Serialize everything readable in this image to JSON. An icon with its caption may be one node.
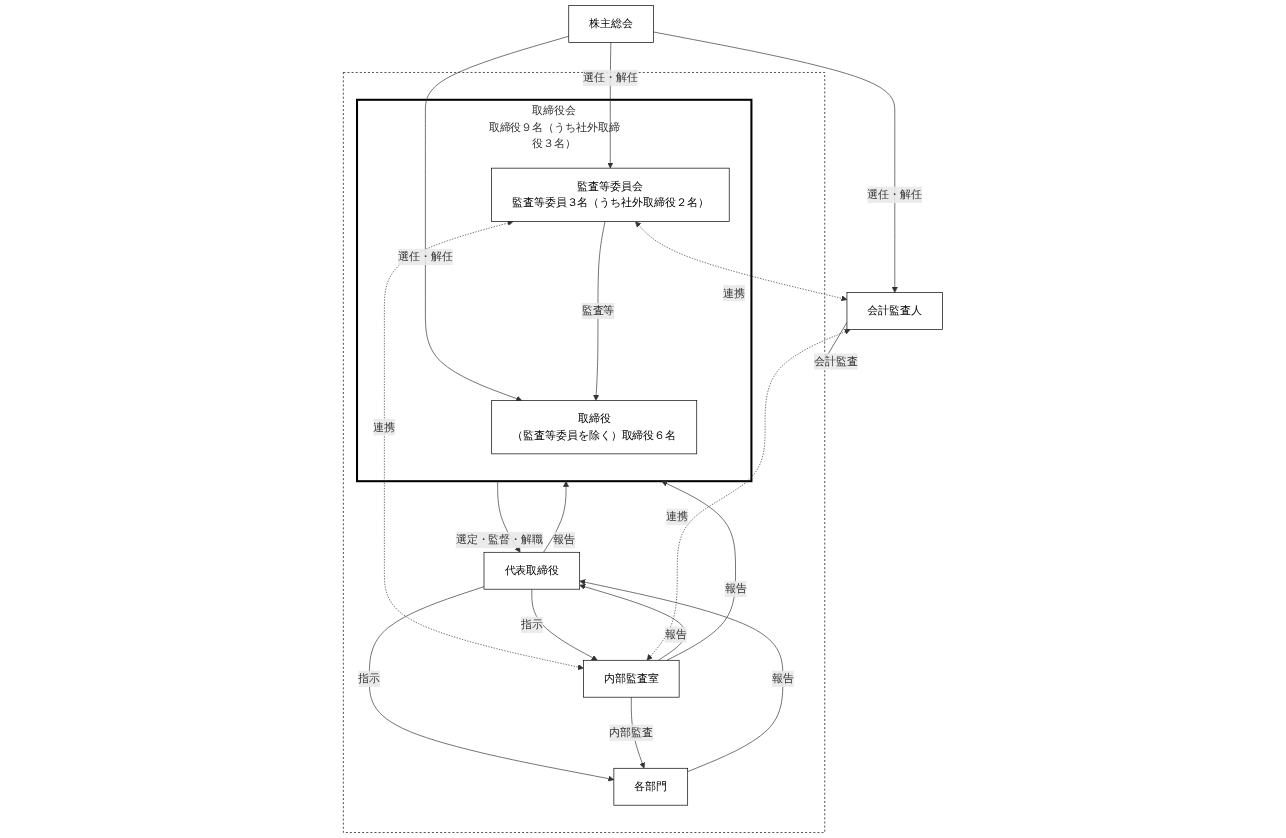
{
  "diagram": {
    "nodes": [
      {
        "text": [
          "株主総会"
        ]
      },
      {
        "text": [],
        "shape": "box"
      },
      {
        "text": [
          "取締役会",
          "取締役９名（うち社外取締役３名）"
        ],
        "in": 1
      },
      {
        "text": [
          "取締役",
          "（監査等委員を除く）取締役６名"
        ],
        "in": 2
      },
      {
        "text": [
          "監査等委員会",
          "監査等委員３名（うち社外取締役２名）"
        ],
        "in": 2
      },
      {
        "text": [
          "会計監査人"
        ]
      },
      {
        "text": [
          "代表取締役"
        ],
        "in": 1
      },
      {
        "text": [
          "内部監査室"
        ],
        "in": 1
      },
      {
        "text": [
          "各部門"
        ],
        "in": 1
      }
    ],
    "edges": [
      {
        "from": 0,
        "to": 3,
        "arrow": "to",
        "label": "選任・解任"
      },
      {
        "from": 0,
        "to": 4,
        "arrow": "to",
        "label": "選任・解任"
      },
      {
        "from": 0,
        "to": 5,
        "arrow": "to",
        "label": "選任・解任"
      },
      {
        "from": 4,
        "to": 3,
        "arrow": "to",
        "label": "監査等"
      },
      {
        "from": 4,
        "to": 5,
        "arrow": "both",
        "label": "連携",
        "style": "dashed"
      },
      {
        "from": 6,
        "to": 2,
        "arrow": "to",
        "label": "報告"
      },
      {
        "from": 2,
        "to": 6,
        "arrow": "to",
        "label": "選定・監督・解職"
      },
      {
        "from": 7,
        "to": 2,
        "arrow": "to",
        "label": "報告"
      },
      {
        "from": 4,
        "to": 7,
        "arrow": "both",
        "label": "連携",
        "style": "dashed"
      },
      {
        "from": 5,
        "to": 1,
        "arrow": "to",
        "label": "会計監査"
      },
      {
        "from": 6,
        "to": 7,
        "arrow": "to",
        "label": "指示"
      },
      {
        "from": 7,
        "to": 6,
        "arrow": "to",
        "label": "報告"
      },
      {
        "from": 5,
        "to": 7,
        "arrow": "both",
        "label": "連携",
        "style": "dashed"
      },
      {
        "from": 8,
        "to": 6,
        "arrow": "to",
        "label": "報告"
      },
      {
        "from": 6,
        "to": 8,
        "arrow": "to",
        "label": "指示"
      },
      {
        "from": 7,
        "to": 8,
        "arrow": "to",
        "label": "内部監査"
      }
    ]
  }
}
